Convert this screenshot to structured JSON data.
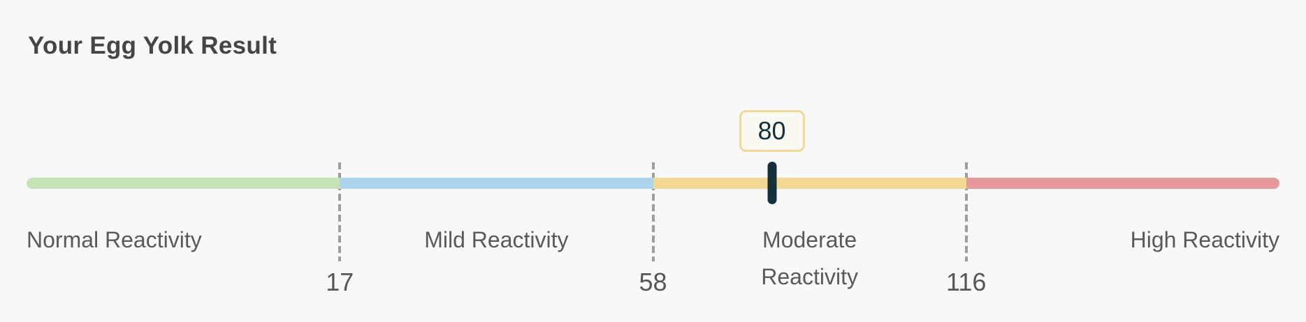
{
  "title": "Your Egg Yolk Result",
  "scale": {
    "segments": [
      {
        "label": "Normal Reactivity",
        "color": "#c5e3b5"
      },
      {
        "label": "Mild Reactivity",
        "color": "#aed3ee"
      },
      {
        "label": "Moderate Reactivity",
        "color": "#f2d893"
      },
      {
        "label": "High Reactivity",
        "color": "#e6989b"
      }
    ],
    "thresholds": [
      "17",
      "58",
      "116"
    ],
    "result": {
      "value": "80",
      "marker_color": "#15323a",
      "badge_border_color": "#f2d795",
      "badge_bg_color": "#faf9f1",
      "badge_text_color": "#14303a"
    }
  },
  "colors": {
    "background": "#f8f8f8",
    "divider": "#9d9d9d",
    "title_text": "#454545",
    "label_text": "#59595b",
    "number_text": "#565656"
  },
  "chart_data": {
    "type": "bar",
    "subtype": "linear-gauge-scale",
    "title": "Your Egg Yolk Result",
    "value": 80,
    "thresholds": [
      17,
      58,
      116
    ],
    "zones": [
      {
        "label": "Normal Reactivity",
        "range": [
          0,
          17
        ],
        "color": "#c5e3b5"
      },
      {
        "label": "Mild Reactivity",
        "range": [
          17,
          58
        ],
        "color": "#aed3ee"
      },
      {
        "label": "Moderate Reactivity",
        "range": [
          58,
          116
        ],
        "color": "#f2d893"
      },
      {
        "label": "High Reactivity",
        "range": [
          116,
          null
        ],
        "color": "#e6989b"
      }
    ],
    "legend_position": "below-bar",
    "grid": false
  }
}
